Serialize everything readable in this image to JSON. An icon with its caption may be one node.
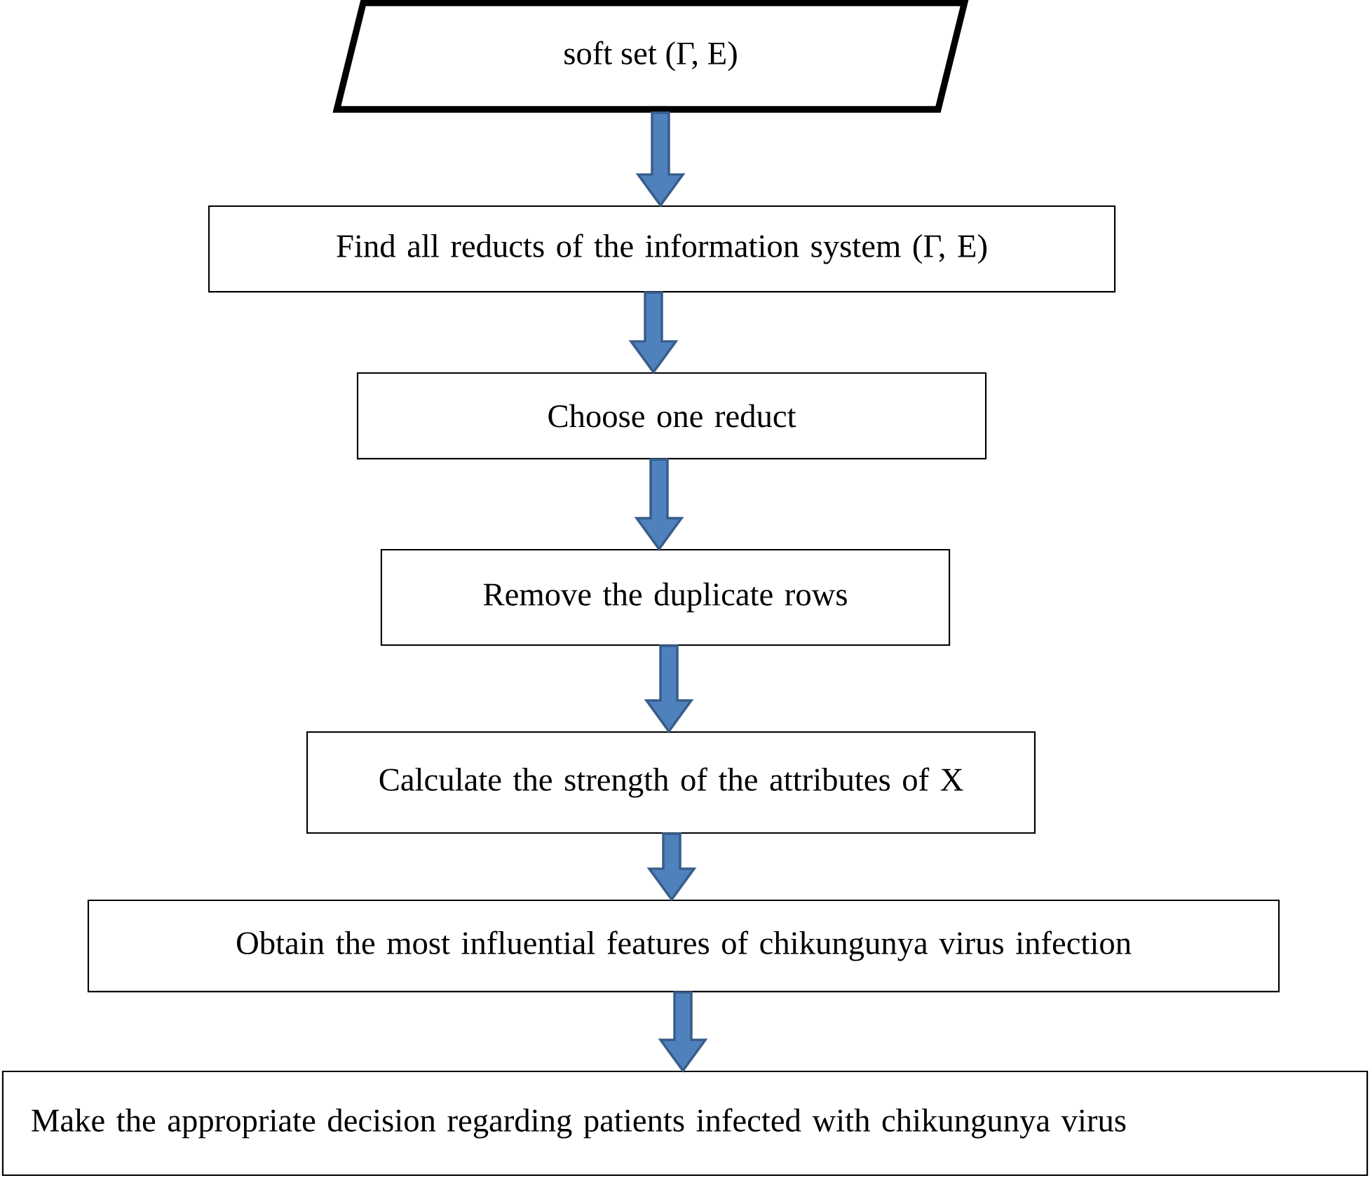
{
  "diagram": {
    "nodes": [
      {
        "text": [
          "soft set (Γ, E)"
        ]
      },
      {
        "text": [
          "Find all reducts of the information system (Γ, E)"
        ]
      },
      {
        "text": [
          "Choose one reduct"
        ]
      },
      {
        "text": [
          "Remove the duplicate rows"
        ]
      },
      {
        "text": [
          "Calculate the strength of the attributes of X"
        ]
      },
      {
        "text": [
          "Obtain the most influential features of chikungunya virus infection"
        ]
      },
      {
        "text": [
          "Make the appropriate decision regarding patients infected with chikungunya virus"
        ]
      }
    ],
    "edges": [
      {
        "from": 0,
        "to": 1,
        "arrow": "to"
      },
      {
        "from": 1,
        "to": 2,
        "arrow": "to"
      },
      {
        "from": 2,
        "to": 3,
        "arrow": "to"
      },
      {
        "from": 3,
        "to": 4,
        "arrow": "to"
      },
      {
        "from": 4,
        "to": 5,
        "arrow": "to"
      },
      {
        "from": 5,
        "to": 6,
        "arrow": "to"
      }
    ]
  }
}
